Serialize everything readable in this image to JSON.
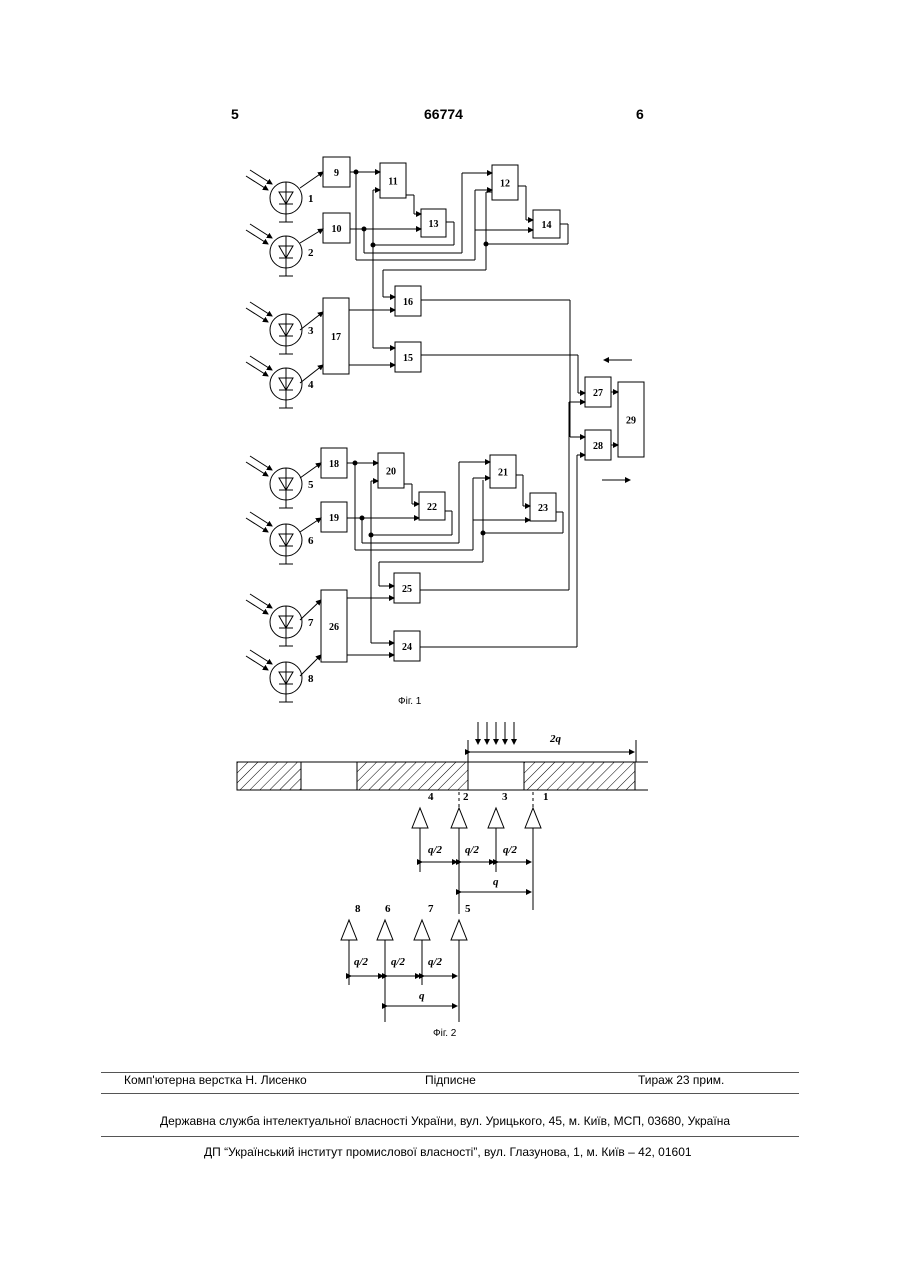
{
  "header": {
    "page_left": "5",
    "patent_number": "66774",
    "page_right": "6"
  },
  "fig1": {
    "caption": "Фіг. 1",
    "sensor_labels": [
      "1",
      "2",
      "3",
      "4",
      "5",
      "6",
      "7",
      "8"
    ],
    "block_labels": [
      "9",
      "10",
      "11",
      "12",
      "13",
      "14",
      "15",
      "16",
      "17",
      "18",
      "19",
      "20",
      "21",
      "22",
      "23",
      "24",
      "25",
      "26",
      "27",
      "28",
      "29"
    ]
  },
  "fig2": {
    "caption": "Фіг. 2",
    "dim_2q": "2q",
    "dim_half": "q/2",
    "dim_q": "q",
    "upper_labels": [
      "4",
      "2",
      "3",
      "1"
    ],
    "lower_labels": [
      "8",
      "6",
      "7",
      "5"
    ]
  },
  "footer": {
    "layout": "Комп'ютерна верстка Н. Лисенко",
    "signed": "Підписне",
    "circulation": "Тираж 23 прим.",
    "agency": "Державна служба інтелектуальної власності України, вул. Урицького, 45, м. Київ, МСП, 03680, Україна",
    "institute": "ДП “Український інститут промислової власності”, вул. Глазунова, 1, м. Київ – 42, 01601"
  }
}
